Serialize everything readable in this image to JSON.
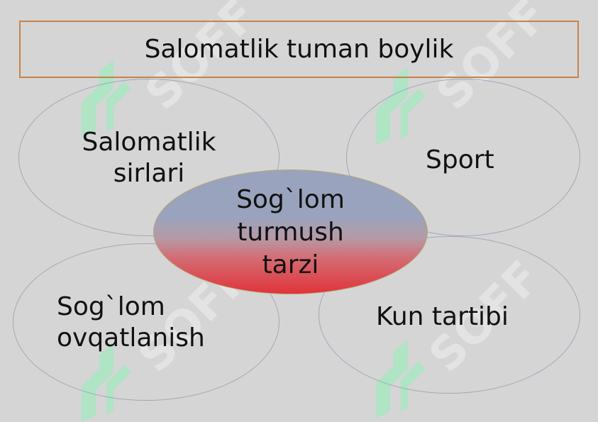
{
  "title": "Salomatlik tuman boylik",
  "center": {
    "line1": "Sog`lom",
    "line2": "turmush",
    "line3": "tarzi"
  },
  "nodes": {
    "top_left": {
      "line1": "Salomatlik",
      "line2": "sirlari"
    },
    "top_right": {
      "line1": "Sport"
    },
    "bottom_left": {
      "line1": "Sog`lom",
      "line2": "ovqatlanish"
    },
    "bottom_right": {
      "line1": "Kun tartibi"
    }
  },
  "watermark": {
    "text": "SOFF",
    "color": "#a8e6c2"
  },
  "colors": {
    "background": "#d5d5d5",
    "title_border": "#c8824a",
    "center_top": "#9aa3bd",
    "center_bottom": "#e0343a"
  }
}
